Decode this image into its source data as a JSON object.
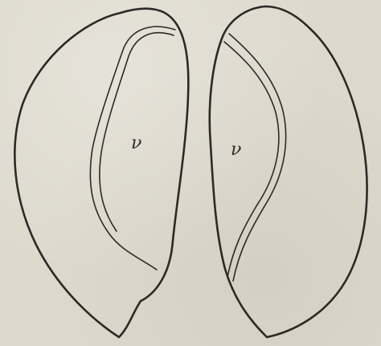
{
  "figure": {
    "valves": [
      {
        "name": "left-valve",
        "label": "ν"
      },
      {
        "name": "right-valve",
        "label": "ν"
      }
    ]
  }
}
